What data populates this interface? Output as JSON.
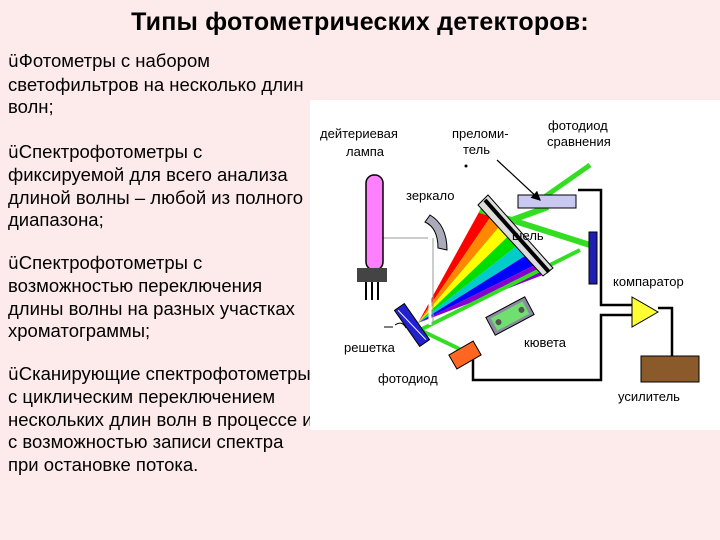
{
  "title": "Типы фотометрических детекторов:",
  "bullets": [
    {
      "check": "ü",
      "text": "Фотометры с набором светофильтров на несколько длин волн;"
    },
    {
      "check": "ü",
      "text": "Спектрофотометры с фиксируемой для всего анализа длиной волны – любой из полного диапазона;"
    },
    {
      "check": "ü",
      "text": "Спектрофотометры с возможностью переключения длины волны на разных участках хроматограммы;"
    },
    {
      "check": "ü",
      "text": "Сканирующие спектрофотометры с циклическим переключением нескольких длин волн в процессе и с возможностью записи спектра при остановке потока."
    }
  ],
  "diagram": {
    "labels": {
      "lamp_line1": "дейтериевая",
      "lamp_line2": "лампа",
      "refractor_line1": "преломи-",
      "refractor_line2": "тель",
      "ref_photodiode_line1": "фотодиод",
      "ref_photodiode_line2": "сравнения",
      "mirror": "зеркало",
      "slit": "щель",
      "comparator": "компаратор",
      "grating": "решетка",
      "cuvette": "кювета",
      "photodiode": "фотодиод",
      "amplifier": "усилитель"
    },
    "colors": {
      "lamp": "#ff80ff",
      "beam": "#33dd22",
      "grating": "#2222cc",
      "photodiode": "#ff6622",
      "amplifier": "#8b5a2b",
      "comparator": "#ffff33",
      "ref_photodiode": "#c8c8f0",
      "spectrum": [
        "#ff0000",
        "#ff8800",
        "#ffff00",
        "#00dd00",
        "#00cccc",
        "#0000ff",
        "#8800cc"
      ]
    }
  }
}
